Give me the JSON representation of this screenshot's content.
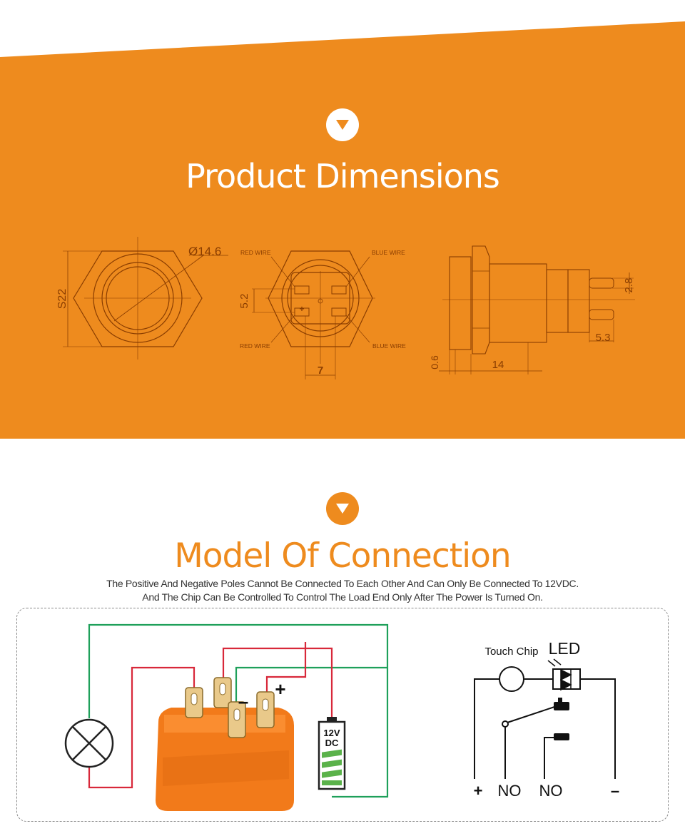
{
  "dimensions_section": {
    "title": "Product Dimensions",
    "icon": "chevron-down-icon",
    "labels": {
      "diameter": "Ø14.6",
      "across_flats": "S22",
      "red_wire_top": "RED WIRE",
      "blue_wire_top": "BLUE WIRE",
      "red_wire_bottom": "RED WIRE",
      "blue_wire_bottom": "BLUE WIRE",
      "pin_height": "5.2",
      "pin_spacing": "7",
      "thickness": "0.6",
      "body_length": "14",
      "terminal_length": "5.3",
      "terminal_width": "2.8",
      "plus_sign": "+"
    }
  },
  "connection_section": {
    "title": "Model Of Connection",
    "icon": "chevron-down-icon",
    "description_line1": "The Positive And Negative Poles Cannot Be Connected To Each Other And Can Only Be Connected To 12VDC.",
    "description_line2": "And The Chip Can Be Controlled To Control The Load End Only After The Power Is Turned On.",
    "wiring": {
      "battery_label_1": "12V",
      "battery_label_2": "DC",
      "plus": "+",
      "minus": "–"
    },
    "schematic": {
      "touch_chip": "Touch Chip",
      "led": "LED",
      "terminal_plus": "+",
      "terminal_no_1": "NO",
      "terminal_no_2": "NO",
      "terminal_minus": "–"
    }
  },
  "colors": {
    "banner_orange": "#ee8b1e",
    "wire_red": "#d8283a",
    "wire_green": "#1ea05a",
    "drawing_line": "#8a3d00"
  }
}
